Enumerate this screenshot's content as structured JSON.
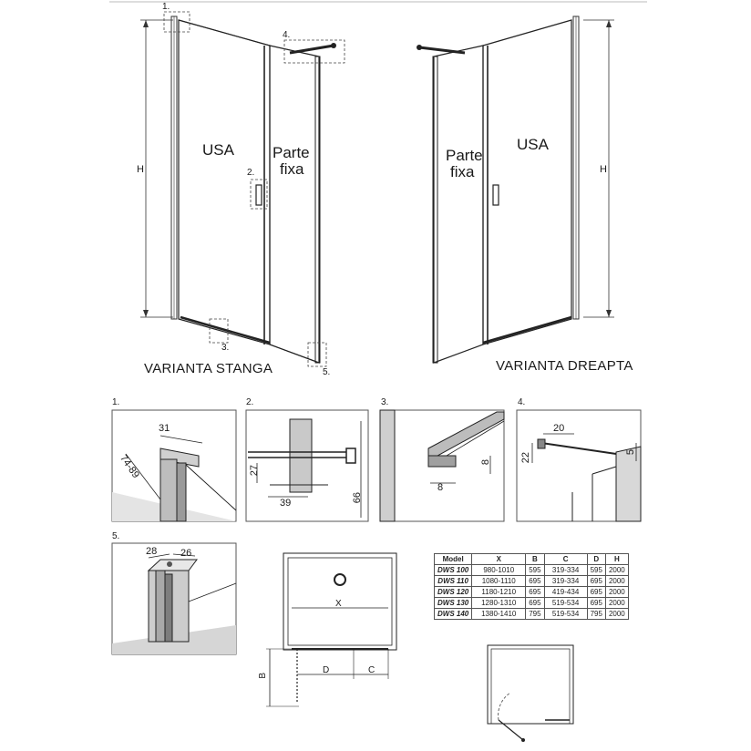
{
  "diagram": {
    "left_view": {
      "variant_label": "VARIANTA STANGA",
      "door_label": "USA",
      "fixed_label_line1": "Parte",
      "fixed_label_line2": "fixa",
      "height_label": "H",
      "callouts": [
        "1.",
        "2.",
        "3.",
        "4.",
        "5."
      ]
    },
    "right_view": {
      "variant_label": "VARIANTA DREAPTA",
      "door_label": "USA",
      "fixed_label_line1": "Parte",
      "fixed_label_line2": "fixa",
      "height_label": "H"
    },
    "details": [
      {
        "number": "1.",
        "dims": [
          "31",
          "74-89"
        ]
      },
      {
        "number": "2.",
        "dims": [
          "27",
          "39",
          "66"
        ]
      },
      {
        "number": "3.",
        "dims": [
          "8",
          "8"
        ]
      },
      {
        "number": "4.",
        "dims": [
          "20",
          "22",
          "5"
        ]
      },
      {
        "number": "5.",
        "dims": [
          "28",
          "26"
        ]
      }
    ],
    "plan_view": {
      "x_label": "X",
      "b_label": "B",
      "d_label": "D",
      "c_label": "C"
    },
    "table": {
      "headers": [
        "Model",
        "X",
        "B",
        "C",
        "D",
        "H"
      ],
      "rows": [
        [
          "DWS 100",
          "980-1010",
          "595",
          "319-334",
          "595",
          "2000"
        ],
        [
          "DWS 110",
          "1080-1110",
          "695",
          "319-334",
          "695",
          "2000"
        ],
        [
          "DWS 120",
          "1180-1210",
          "695",
          "419-434",
          "695",
          "2000"
        ],
        [
          "DWS 130",
          "1280-1310",
          "695",
          "519-534",
          "695",
          "2000"
        ],
        [
          "DWS 140",
          "1380-1410",
          "795",
          "519-534",
          "795",
          "2000"
        ]
      ]
    }
  }
}
